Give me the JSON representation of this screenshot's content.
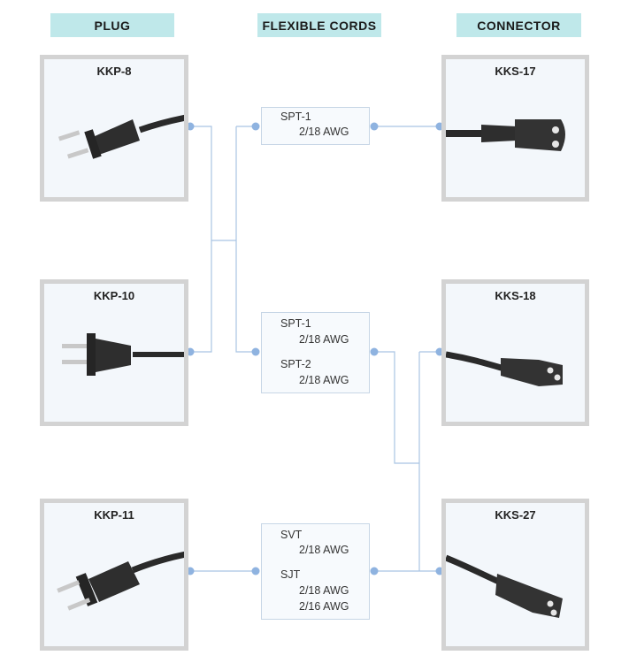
{
  "headers": {
    "plug": "PLUG",
    "cords": "FLEXIBLE CORDS",
    "connector": "CONNECTOR"
  },
  "plugs": [
    {
      "name": "KKP-8"
    },
    {
      "name": "KKP-10"
    },
    {
      "name": "KKP-11"
    }
  ],
  "connectors": [
    {
      "name": "KKS-17"
    },
    {
      "name": "KKS-18"
    },
    {
      "name": "KKS-27"
    }
  ],
  "cords": [
    {
      "lines": [
        "SPT-1",
        "2/18 AWG"
      ]
    },
    {
      "lines": [
        "SPT-1",
        "2/18 AWG",
        "SPT-2",
        "2/18 AWG"
      ]
    },
    {
      "lines": [
        "SVT",
        "2/18 AWG",
        "SJT",
        "2/18 AWG",
        "2/16 AWG"
      ]
    }
  ],
  "colors": {
    "header_bg": "#bfe8ea",
    "wire": "#a9c4e3",
    "node": "#8fb3e0",
    "card_border": "#d3d3d3"
  }
}
